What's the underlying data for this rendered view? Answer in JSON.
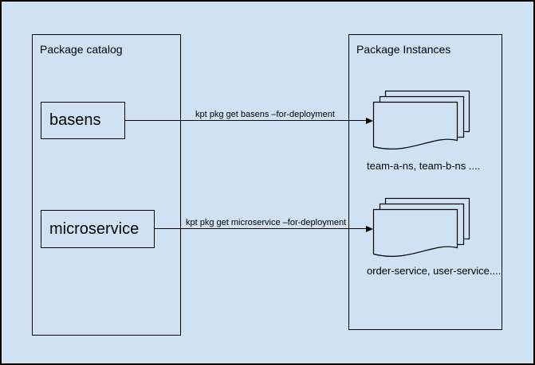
{
  "canvas": {
    "background_color": "#cfe2f3",
    "stroke_color": "#000000"
  },
  "catalog": {
    "title": "Package catalog",
    "packages": [
      {
        "label": "basens"
      },
      {
        "label": "microservice"
      }
    ]
  },
  "instances": {
    "title": "Package Instances",
    "stacks": [
      {
        "caption": "team-a-ns, team-b-ns ...."
      },
      {
        "caption": "order-service, user-service...."
      }
    ]
  },
  "arrows": [
    {
      "label": "kpt pkg get basens –for-deployment"
    },
    {
      "label": "kpt pkg get microservice –for-deployment"
    }
  ],
  "icons": {
    "document_stack": "document-stack-icon",
    "arrowhead": "arrowhead-icon"
  }
}
